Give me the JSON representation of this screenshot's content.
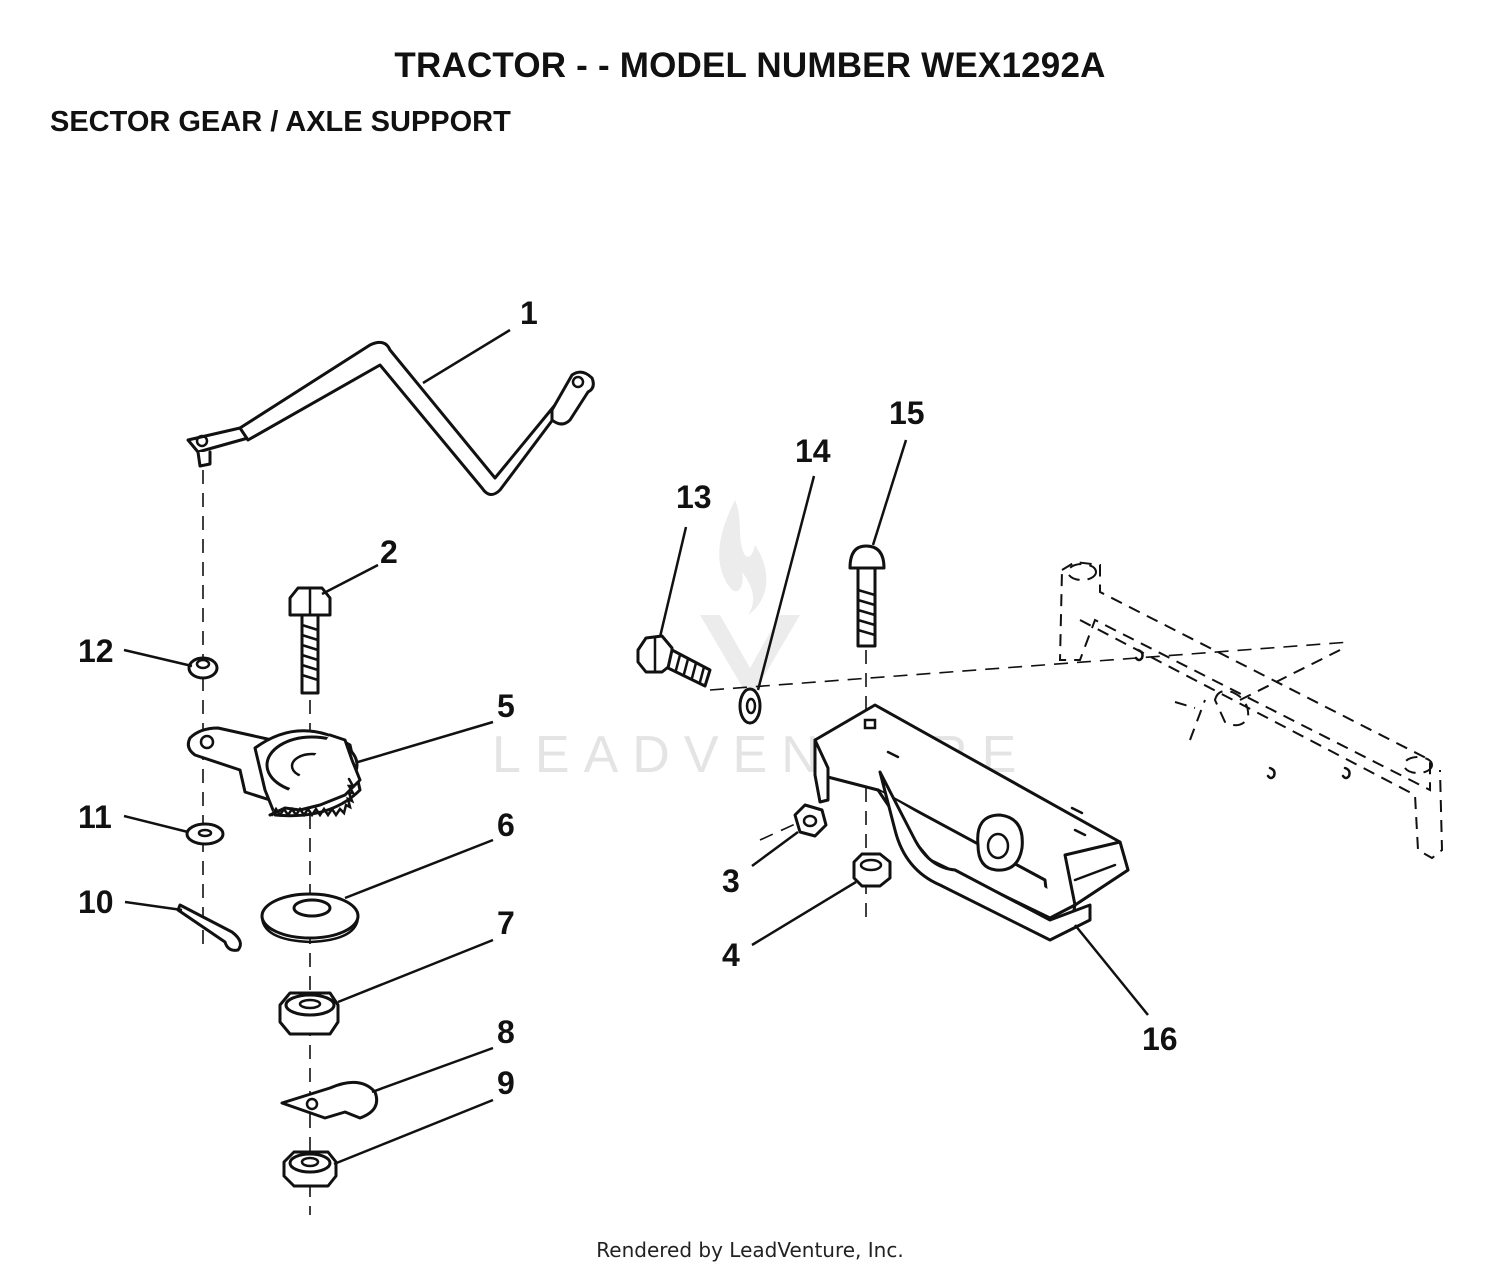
{
  "title": "TRACTOR - - MODEL NUMBER WEX1292A",
  "subtitle": "SECTOR GEAR / AXLE SUPPORT",
  "footer": "Rendered by LeadVenture, Inc.",
  "watermark": "LEADVENTURE",
  "callouts": {
    "c1": "1",
    "c2": "2",
    "c3": "3",
    "c4": "4",
    "c5": "5",
    "c6": "6",
    "c7": "7",
    "c8": "8",
    "c9": "9",
    "c10": "10",
    "c11": "11",
    "c12": "12",
    "c13": "13",
    "c14": "14",
    "c15": "15",
    "c16": "16"
  },
  "colors": {
    "ink": "#111111",
    "watermark": "#e4e4e4",
    "background": "#ffffff"
  }
}
